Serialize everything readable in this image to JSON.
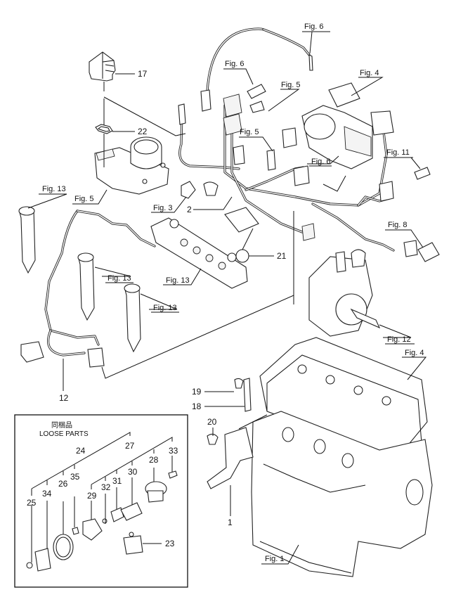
{
  "diagram": {
    "type": "exploded-parts-diagram",
    "subject": "Engine wiring harness, sensors and cylinder block"
  },
  "fig_refs": [
    {
      "id": "fig6-top",
      "label": "Fig. 6"
    },
    {
      "id": "fig6-sensor",
      "label": "Fig. 6"
    },
    {
      "id": "fig5-top",
      "label": "Fig. 5"
    },
    {
      "id": "fig4-top",
      "label": "Fig. 4"
    },
    {
      "id": "fig5-center",
      "label": "Fig. 5"
    },
    {
      "id": "fig6-egr",
      "label": "Fig. 6"
    },
    {
      "id": "fig11",
      "label": "Fig. 11"
    },
    {
      "id": "fig13-left",
      "label": "Fig. 13"
    },
    {
      "id": "fig5-throttle",
      "label": "Fig. 5"
    },
    {
      "id": "fig3",
      "label": "Fig. 3"
    },
    {
      "id": "fig8",
      "label": "Fig. 8"
    },
    {
      "id": "fig13-mid",
      "label": "Fig. 13"
    },
    {
      "id": "fig13-rail",
      "label": "Fig. 13"
    },
    {
      "id": "fig13-low",
      "label": "Fig. 13"
    },
    {
      "id": "fig12",
      "label": "Fig. 12"
    },
    {
      "id": "fig4-head",
      "label": "Fig. 4"
    },
    {
      "id": "fig1",
      "label": "Fig. 1"
    }
  ],
  "part_numbers": [
    {
      "id": "p17",
      "label": "17"
    },
    {
      "id": "p22",
      "label": "22"
    },
    {
      "id": "p2",
      "label": "2"
    },
    {
      "id": "p21",
      "label": "21"
    },
    {
      "id": "p12",
      "label": "12"
    },
    {
      "id": "p19",
      "label": "19"
    },
    {
      "id": "p18",
      "label": "18"
    },
    {
      "id": "p20",
      "label": "20"
    },
    {
      "id": "p1",
      "label": "1"
    }
  ],
  "loose_parts": {
    "title_jp": "同梱品",
    "title_en": "LOOSE PARTS",
    "numbers": [
      {
        "id": "lp24",
        "label": "24"
      },
      {
        "id": "lp27",
        "label": "27"
      },
      {
        "id": "lp33",
        "label": "33"
      },
      {
        "id": "lp28",
        "label": "28"
      },
      {
        "id": "lp35",
        "label": "35"
      },
      {
        "id": "lp30",
        "label": "30"
      },
      {
        "id": "lp26",
        "label": "26"
      },
      {
        "id": "lp31",
        "label": "31"
      },
      {
        "id": "lp34",
        "label": "34"
      },
      {
        "id": "lp32",
        "label": "32"
      },
      {
        "id": "lp29",
        "label": "29"
      },
      {
        "id": "lp25",
        "label": "25"
      },
      {
        "id": "lp23",
        "label": "23"
      }
    ]
  }
}
